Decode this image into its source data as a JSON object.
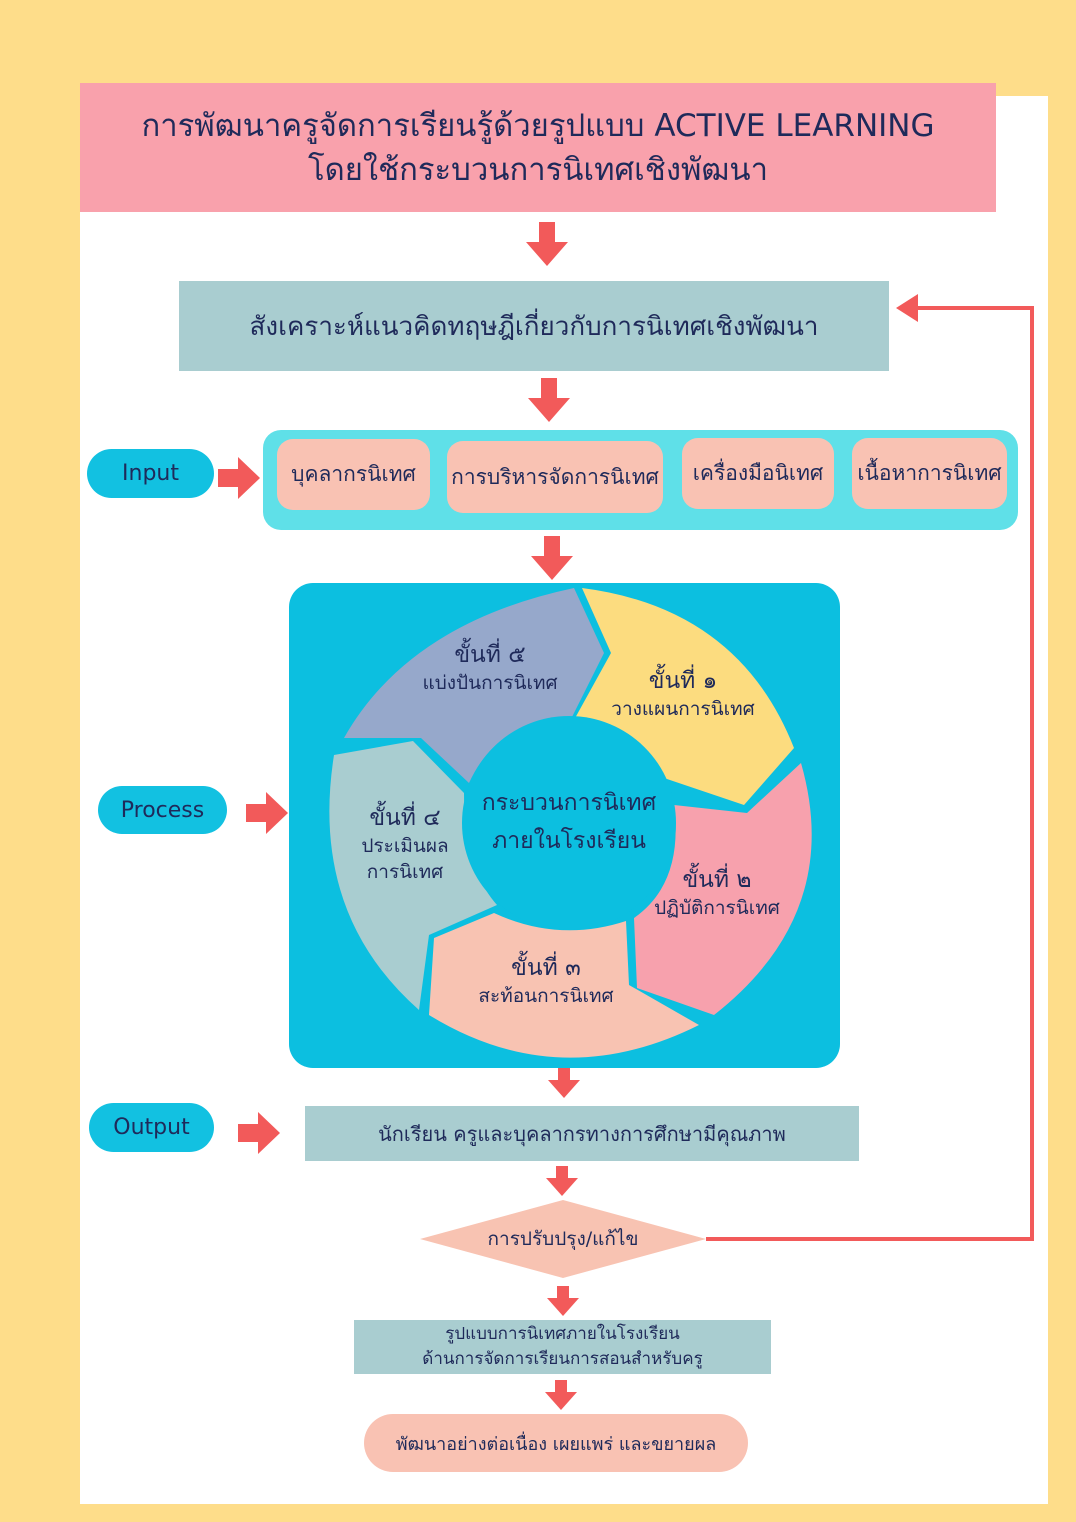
{
  "title": {
    "line1": "การพัฒนาครูจัดการเรียนรู้ด้วยรูปแบบ ACTIVE LEARNING",
    "line2": "โดยใช้กระบวนการนิเทศเชิงพัฒนา"
  },
  "synthesis": "สังเคราะห์แนวคิดทฤษฎีเกี่ยวกับการนิเทศเชิงพัฒนา",
  "input": {
    "label": "Input",
    "items": [
      "บุคลากรนิเทศ",
      "การบริหารจัดการนิเทศ",
      "เครื่องมือนิเทศ",
      "เนื้อหาการนิเทศ"
    ]
  },
  "process": {
    "label": "Process",
    "core": {
      "line1": "กระบวนการนิเทศ",
      "line2": "ภายในโรงเรียน"
    },
    "steps": [
      {
        "title": "ขั้นที่ ๑",
        "sub": "วางแผนการนิเทศ"
      },
      {
        "title": "ขั้นที่ ๒",
        "sub": "ปฏิบัติการนิเทศ"
      },
      {
        "title": "ขั้นที่ ๓",
        "sub": "สะท้อนการนิเทศ"
      },
      {
        "title": "ขั้นที่ ๔",
        "sub": "ประเมินผล",
        "sub2": "การนิเทศ"
      },
      {
        "title": "ขั้นที่ ๕",
        "sub": "แบ่งปันการนิเทศ"
      }
    ]
  },
  "output": {
    "label": "Output",
    "text": "นักเรียน ครูและบุคลากรทางการศึกษามีคุณภาพ"
  },
  "decision": "การปรับปรุง/แก้ไข",
  "model": {
    "line1": "รูปแบบการนิเทศภายในโรงเรียน",
    "line2": "ด้านการจัดการเรียนการสอนสำหรับครู"
  },
  "final": "พัฒนาอย่างต่อเนื่อง เผยแพร่ และขยายผล",
  "colors": {
    "background": "#fedd8a",
    "title_box": "#f9a1ac",
    "teal_box": "#a9cdd0",
    "cyan": "#12c1e1",
    "arrow": "#f25a5a",
    "step1": "#fcdc7f",
    "step2": "#f7a1ad",
    "step3": "#f8c3b2",
    "step4": "#a9cdd0",
    "step5": "#96a8cb"
  }
}
